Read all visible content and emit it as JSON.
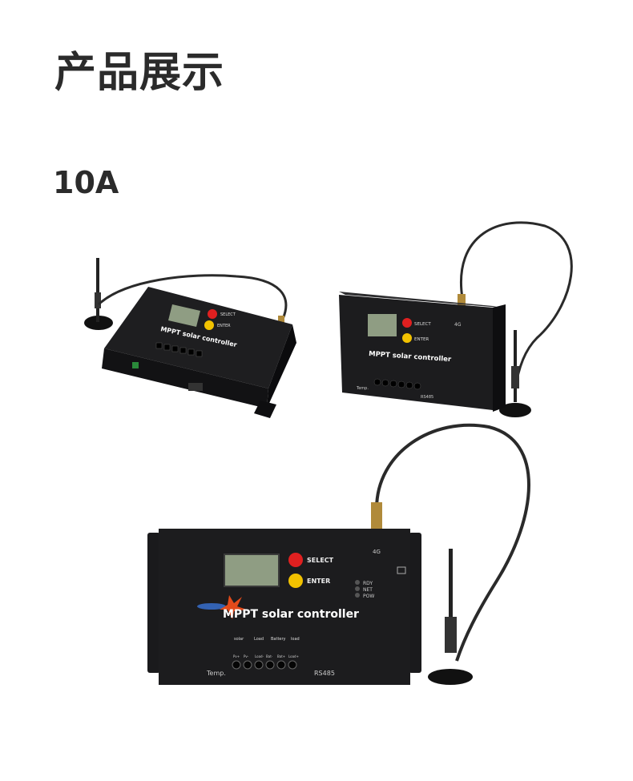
{
  "page": {
    "title": "产品展示",
    "subtitle": "10A"
  },
  "device": {
    "select_label": "SELECT",
    "enter_label": "ENTER",
    "brand_mppt": "MPPT",
    "brand_text": "solar controller",
    "signal_label": "4G",
    "led_labels": [
      "RDY",
      "NET",
      "POW"
    ],
    "group_labels": [
      "solar",
      "Load",
      "Battery",
      "load"
    ],
    "terminal_labels": [
      "Pv+",
      "Pv-",
      "Load-",
      "Bat-",
      "Bat+",
      "Load+"
    ],
    "temp_label": "Temp.",
    "rs485_label": "RS485",
    "colors": {
      "body": "#1c1c1e",
      "select_button": "#e02020",
      "enter_button": "#f2c200",
      "lcd": "#8f9d83"
    }
  }
}
